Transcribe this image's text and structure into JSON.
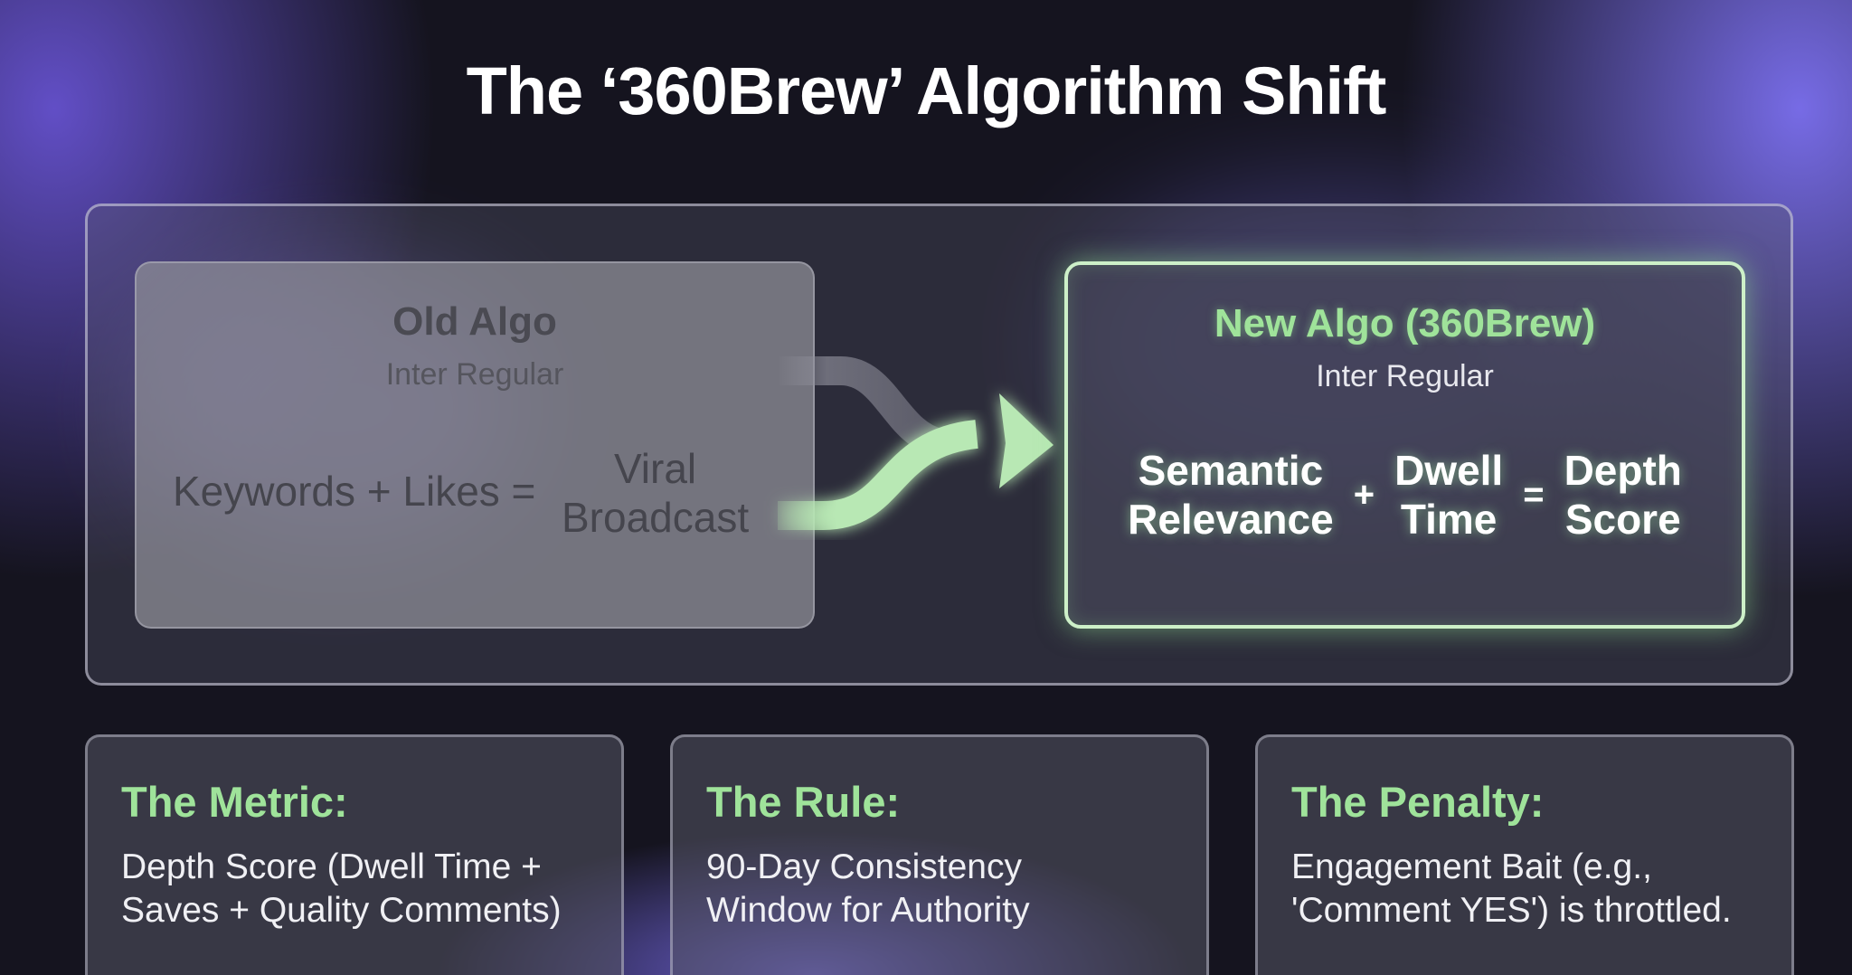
{
  "title": "The ‘360Brew’ Algorithm Shift",
  "old_algo": {
    "title": "Old Algo",
    "subtitle": "Inter Regular",
    "formula_left": "Keywords + Likes =",
    "result_line1": "Viral",
    "result_line2": "Broadcast"
  },
  "new_algo": {
    "title": "New Algo (360Brew)",
    "subtitle": "Inter Regular",
    "term1_line1": "Semantic",
    "term1_line2": "Relevance",
    "plus": "+",
    "term2_line1": "Dwell",
    "term2_line2": "Time",
    "equals": "=",
    "result_line1": "Depth",
    "result_line2": "Score"
  },
  "cards": [
    {
      "heading": "The Metric:",
      "line1": "Depth Score (Dwell Time +",
      "line2": "Saves + Quality Comments)"
    },
    {
      "heading": "The Rule:",
      "line1": "90-Day Consistency",
      "line2": "Window for Authority"
    },
    {
      "heading": "The Penalty:",
      "line1": "Engagement Bait (e.g.,",
      "line2": "'Comment YES') is throttled."
    }
  ],
  "colors": {
    "accent_green": "#9fe39a",
    "background": "#15141f",
    "glow_purple": "#7c70f0"
  }
}
